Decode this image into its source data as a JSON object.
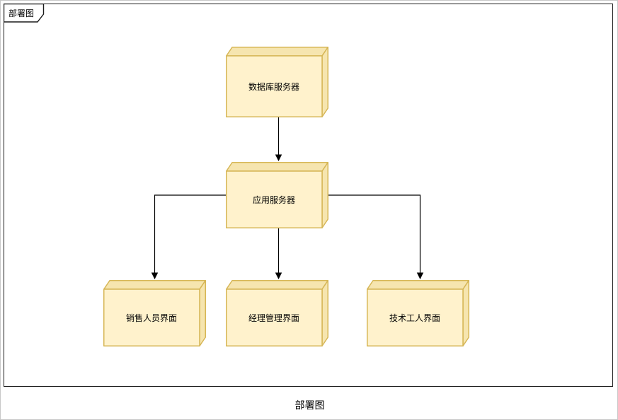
{
  "diagram": {
    "frame_label": "部署图",
    "caption": "部署图"
  },
  "colors": {
    "node_fill": "#FFF2CC",
    "node_side_fill": "#F6E5AF",
    "node_stroke": "#D6B656",
    "connector_stroke": "#000000",
    "frame_stroke": "#1A1A1A"
  },
  "nodes": [
    {
      "id": "database-server",
      "label": "数据库服务器"
    },
    {
      "id": "application-server",
      "label": "应用服务器"
    },
    {
      "id": "sales-ui",
      "label": "销售人员界面"
    },
    {
      "id": "manager-ui",
      "label": "经理管理界面"
    },
    {
      "id": "tech-ui",
      "label": "技术工人界面"
    }
  ],
  "connectors": [
    {
      "id": "db-to-app",
      "from": "数据库服务器",
      "to": "应用服务器"
    },
    {
      "id": "app-to-sales",
      "from": "应用服务器",
      "to": "销售人员界面"
    },
    {
      "id": "app-to-manager",
      "from": "应用服务器",
      "to": "经理管理界面"
    },
    {
      "id": "app-to-tech",
      "from": "应用服务器",
      "to": "技术工人界面"
    }
  ]
}
